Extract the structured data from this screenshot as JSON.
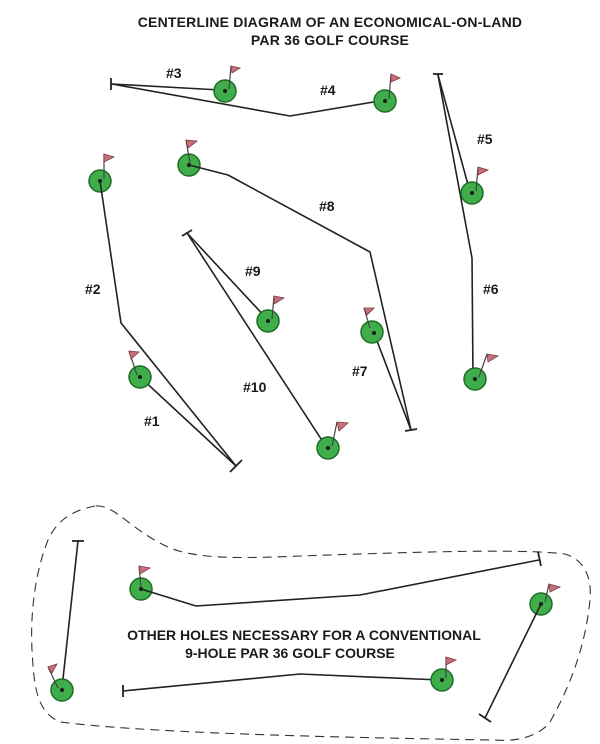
{
  "title": {
    "line1": "CENTERLINE DIAGRAM OF AN ECONOMICAL-ON-LAND",
    "line2": "PAR 36 GOLF COURSE"
  },
  "holes": [
    {
      "label": "#1"
    },
    {
      "label": "#2"
    },
    {
      "label": "#3"
    },
    {
      "label": "#4"
    },
    {
      "label": "#5"
    },
    {
      "label": "#6"
    },
    {
      "label": "#7"
    },
    {
      "label": "#8"
    },
    {
      "label": "#9"
    },
    {
      "label": "#10"
    }
  ],
  "other_holes_note": {
    "line1": "OTHER HOLES NECESSARY FOR A CONVENTIONAL",
    "line2": "9-HOLE PAR 36 GOLF COURSE"
  },
  "colors": {
    "green": "#3fae4a",
    "flag": "#c8707a",
    "line": "#222222"
  }
}
